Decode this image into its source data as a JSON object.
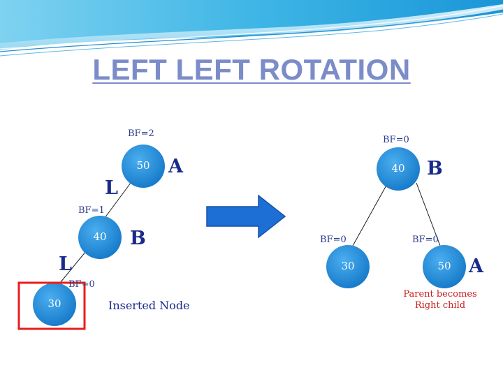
{
  "title": "LEFT LEFT ROTATION",
  "colors": {
    "node_fill": "#1e8fe0",
    "highlight_box": "#e81d1d",
    "arrow": "#1d6fd6",
    "text": "#2a3a8c",
    "note_red": "#cc1f1f"
  },
  "before": {
    "root": {
      "value": "50",
      "bf": "BF=2",
      "tag": "A"
    },
    "middle": {
      "value": "40",
      "bf": "BF=1",
      "tag": "B",
      "edge_label": "L"
    },
    "leaf": {
      "value": "30",
      "bf": "BF=0",
      "edge_label": "L",
      "note": "Inserted Node"
    }
  },
  "after": {
    "root": {
      "value": "40",
      "bf": "BF=0",
      "tag": "B"
    },
    "left": {
      "value": "30",
      "bf": "BF=0"
    },
    "right": {
      "value": "50",
      "bf": "BF=0",
      "tag": "A",
      "note_line1": "Parent becomes",
      "note_line2": "Right child"
    }
  },
  "arrow_icon": "right-arrow-icon"
}
